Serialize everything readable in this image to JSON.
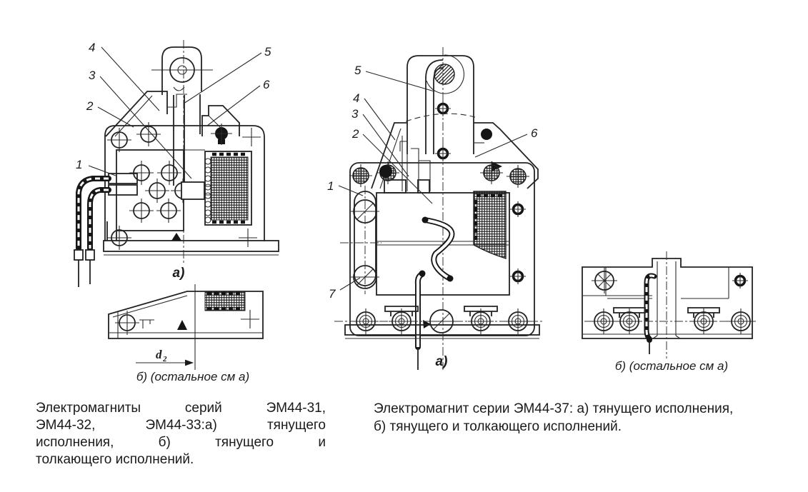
{
  "colors": {
    "ink": "#1c1c1c",
    "paper": "#ffffff"
  },
  "figure_left": {
    "name": "Электромагниты серий ЭМ44-31, ЭМ44-32, ЭМ44-33",
    "callouts": [
      "1",
      "2",
      "3",
      "4",
      "5",
      "6"
    ],
    "view_a_label": "а)",
    "view_b_label": "б) (остальное см а)",
    "dim_symbol": "d",
    "dim_sub": "2"
  },
  "figure_right": {
    "name": "Электромагнит серии ЭМ44-37",
    "callouts": [
      "1",
      "2",
      "3",
      "4",
      "5",
      "6",
      "7"
    ],
    "view_a_label": "а)",
    "view_b_label": "б) (остальное см а)"
  },
  "captions": {
    "left": {
      "lines": [
        "Электромагниты серий ЭМ44-31,",
        "ЭМ44-32, ЭМ44-33:а) тянущего",
        "исполнения, б) тянущего и",
        "толкающего исполнений."
      ]
    },
    "right": {
      "lines": [
        "Электромагнит серии ЭМ44-37: а) тянущего исполнения,",
        "б) тянущего и толкающего исполнений."
      ]
    }
  }
}
